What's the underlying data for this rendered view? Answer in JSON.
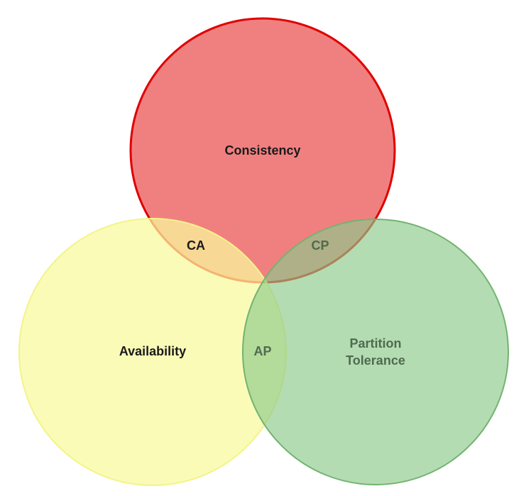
{
  "circles": {
    "consistency": {
      "label": "Consistency",
      "fill": "#F08080",
      "stroke": "#E00000",
      "text_color": "#1a1a1a"
    },
    "availability": {
      "label": "Availability",
      "fill": "#FAFA9C",
      "stroke": "#F3F389",
      "text_color": "#1a1a1a"
    },
    "partition_tolerance": {
      "label_line1": "Partition",
      "label_line2": "Tolerance",
      "fill": "#8CC98A",
      "stroke": "#72B46F",
      "text_color": "#4f6b4f"
    }
  },
  "intersections": {
    "ca": {
      "label": "CA",
      "text_color": "#1a1a1a"
    },
    "cp": {
      "label": "CP",
      "text_color": "#4f6b4f"
    },
    "ap": {
      "label": "AP",
      "text_color": "#4f6b4f"
    }
  }
}
